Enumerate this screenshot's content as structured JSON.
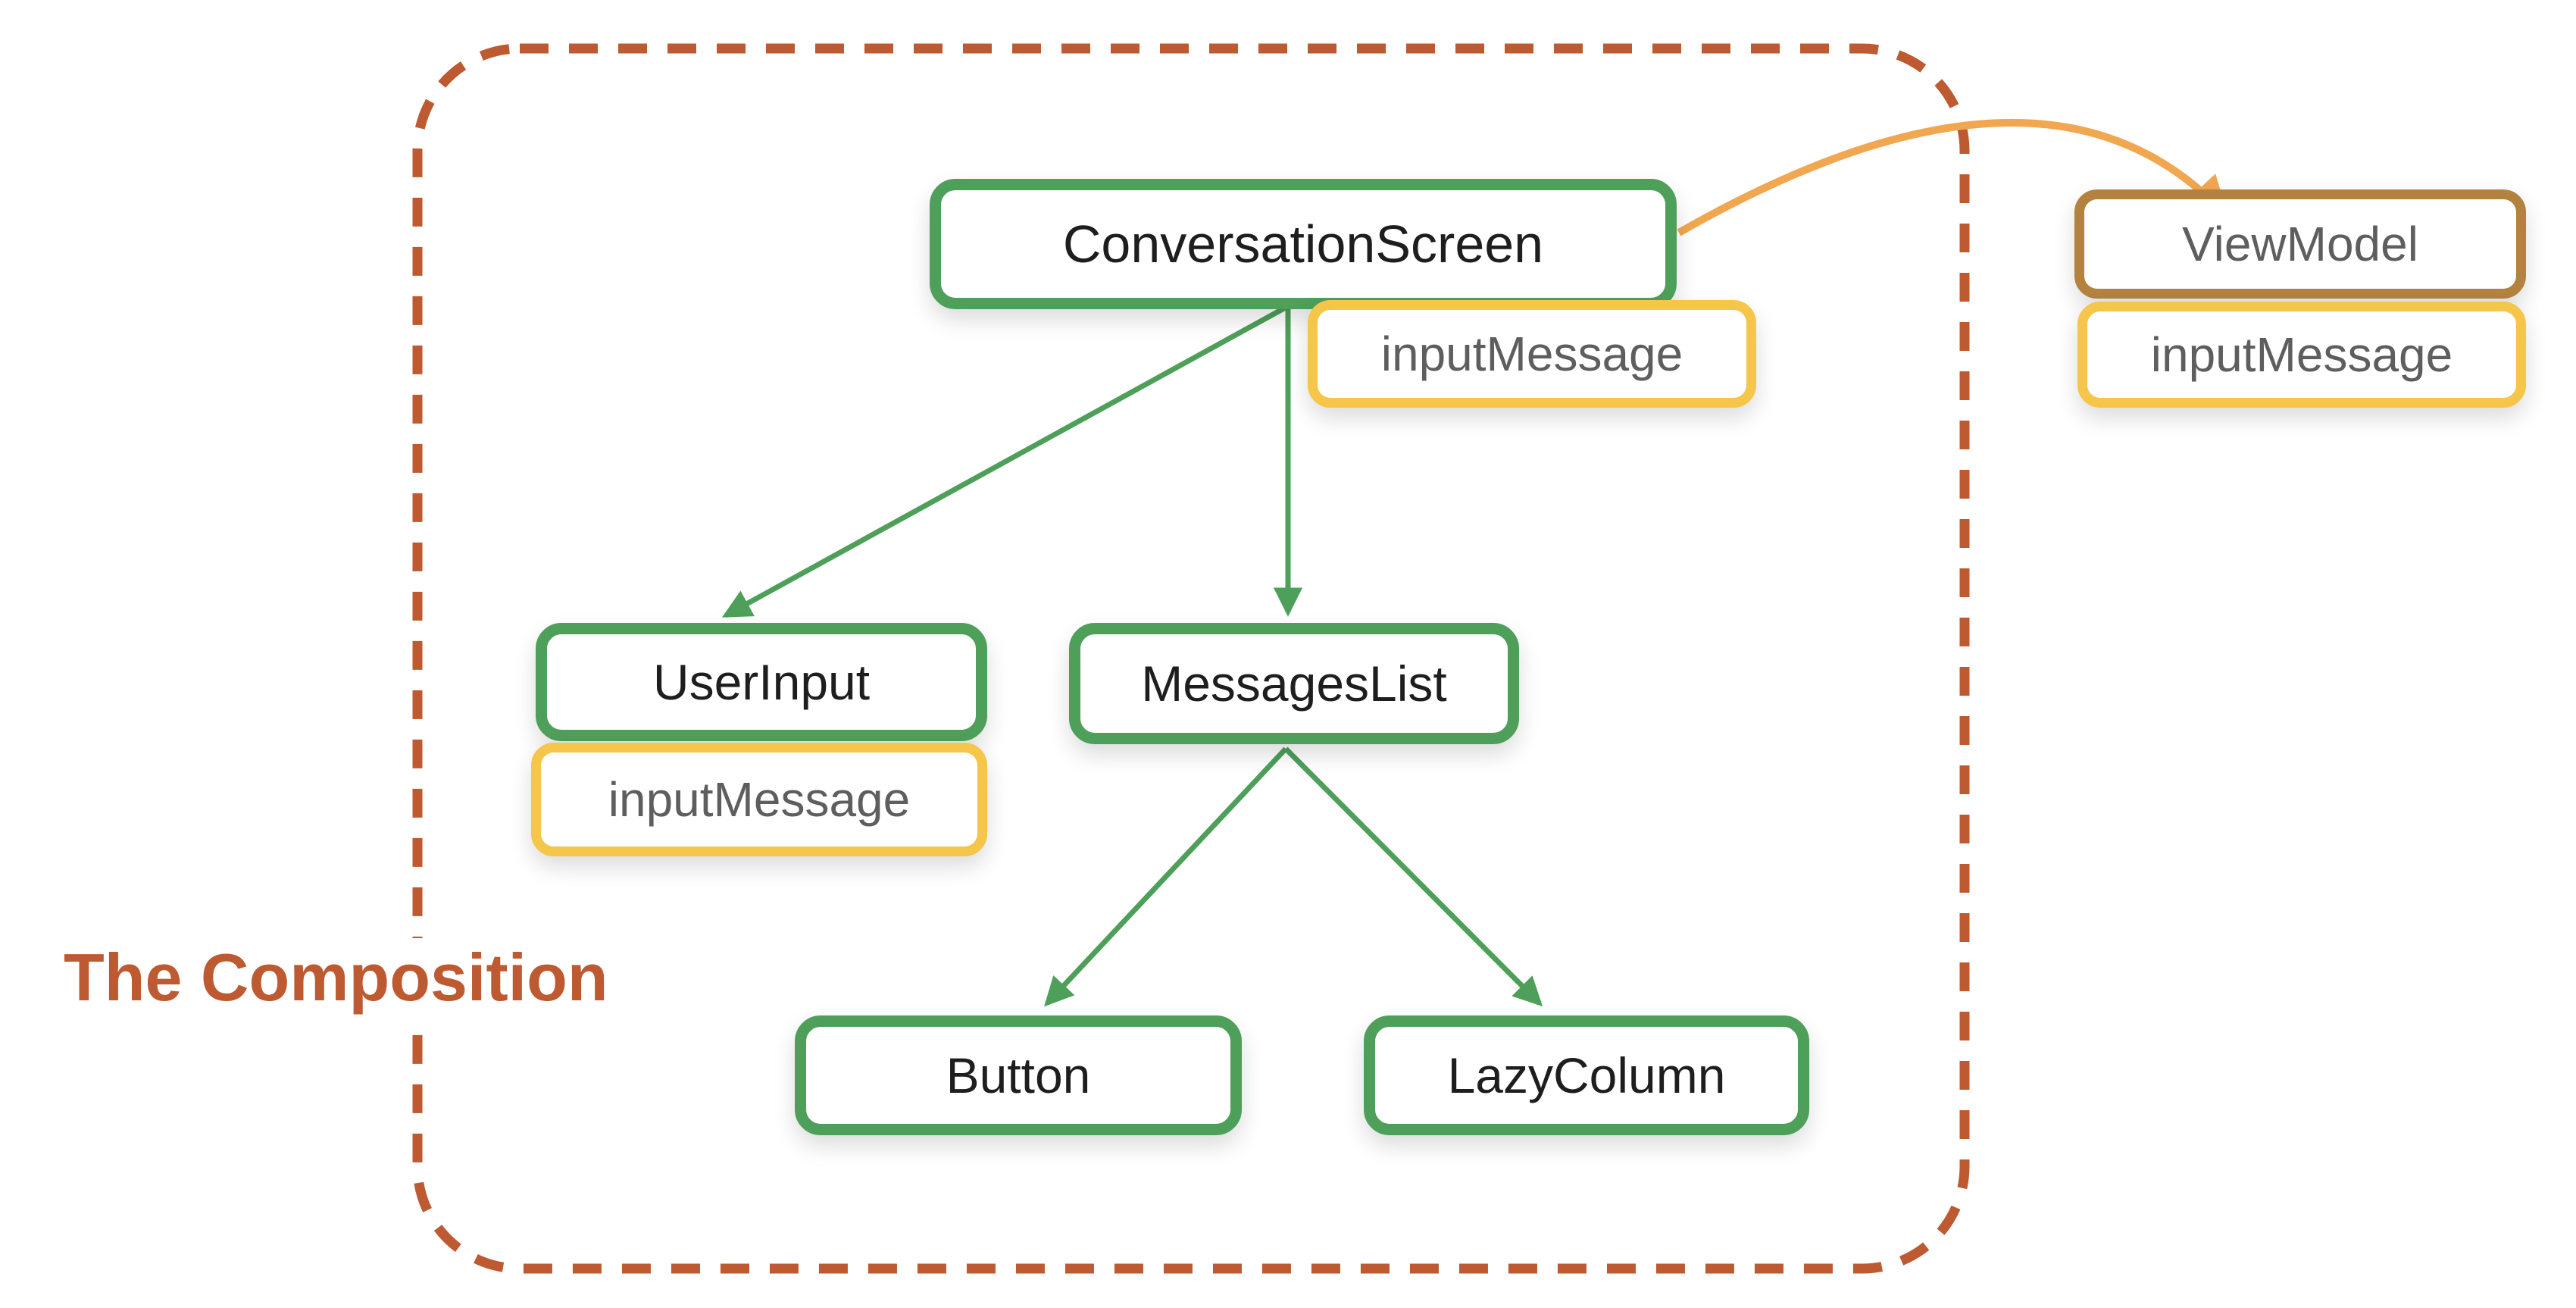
{
  "title": "The Composition",
  "nodes": {
    "conversation_screen": {
      "label": "ConversationScreen"
    },
    "user_input": {
      "label": "UserInput"
    },
    "messages_list": {
      "label": "MessagesList"
    },
    "button": {
      "label": "Button"
    },
    "lazy_column": {
      "label": "LazyColumn"
    },
    "view_model": {
      "label": "ViewModel"
    }
  },
  "states": {
    "conversation_screen_state": {
      "label": "inputMessage"
    },
    "user_input_state": {
      "label": "inputMessage"
    },
    "view_model_state": {
      "label": "inputMessage"
    }
  },
  "edges": [
    {
      "from": "ConversationScreen",
      "to": "UserInput",
      "type": "composition",
      "color_key": "green"
    },
    {
      "from": "ConversationScreen",
      "to": "MessagesList",
      "type": "composition",
      "color_key": "green"
    },
    {
      "from": "MessagesList",
      "to": "Button",
      "type": "composition",
      "color_key": "green"
    },
    {
      "from": "MessagesList",
      "to": "LazyColumn",
      "type": "composition",
      "color_key": "green"
    },
    {
      "from": "ConversationScreen",
      "to": "ViewModel",
      "type": "state-read",
      "color_key": "orange"
    }
  ],
  "boundary": {
    "label": "The Composition",
    "style": "dashed",
    "color_key": "rust"
  },
  "colors": {
    "green": "#4E9F59",
    "yellow": "#F6C64B",
    "brown": "#B3823E",
    "orange": "#F0A750",
    "rust": "#BD5A31",
    "ink": "#1E1E1E",
    "gray": "#5E5E5E",
    "bg": "#FFFFFF"
  }
}
